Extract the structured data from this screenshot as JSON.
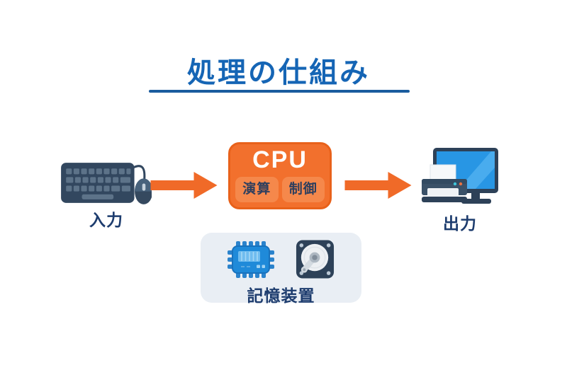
{
  "title": {
    "text": "処理の仕組み"
  },
  "nodes": {
    "input": {
      "label": "入力",
      "icon": "keyboard-mouse-icon"
    },
    "cpu": {
      "title": "CPU",
      "units": [
        {
          "label": "演算"
        },
        {
          "label": "制御"
        }
      ]
    },
    "output": {
      "label": "出力",
      "icon": "monitor-printer-icon"
    },
    "storage": {
      "label": "記憶装置",
      "icons": [
        "memory-chip-icon",
        "hard-disk-icon"
      ]
    }
  },
  "flow": [
    "input",
    "cpu",
    "output"
  ],
  "colors": {
    "title_blue": "#1565b5",
    "underline_blue": "#1a5c9e",
    "label_navy": "#1d3c6e",
    "arrow_orange": "#f06a28",
    "cpu_orange": "#f2702d",
    "cpu_border_orange": "#e8611a",
    "cpu_unit_orange": "#f5884b",
    "cpu_unit_text_navy": "#2e3f5e",
    "storage_bg": "#e9eef4",
    "device_navy": "#32475f",
    "screen_blue": "#2896e4",
    "chip_blue": "#1f8ad9",
    "background": "#ffffff"
  }
}
